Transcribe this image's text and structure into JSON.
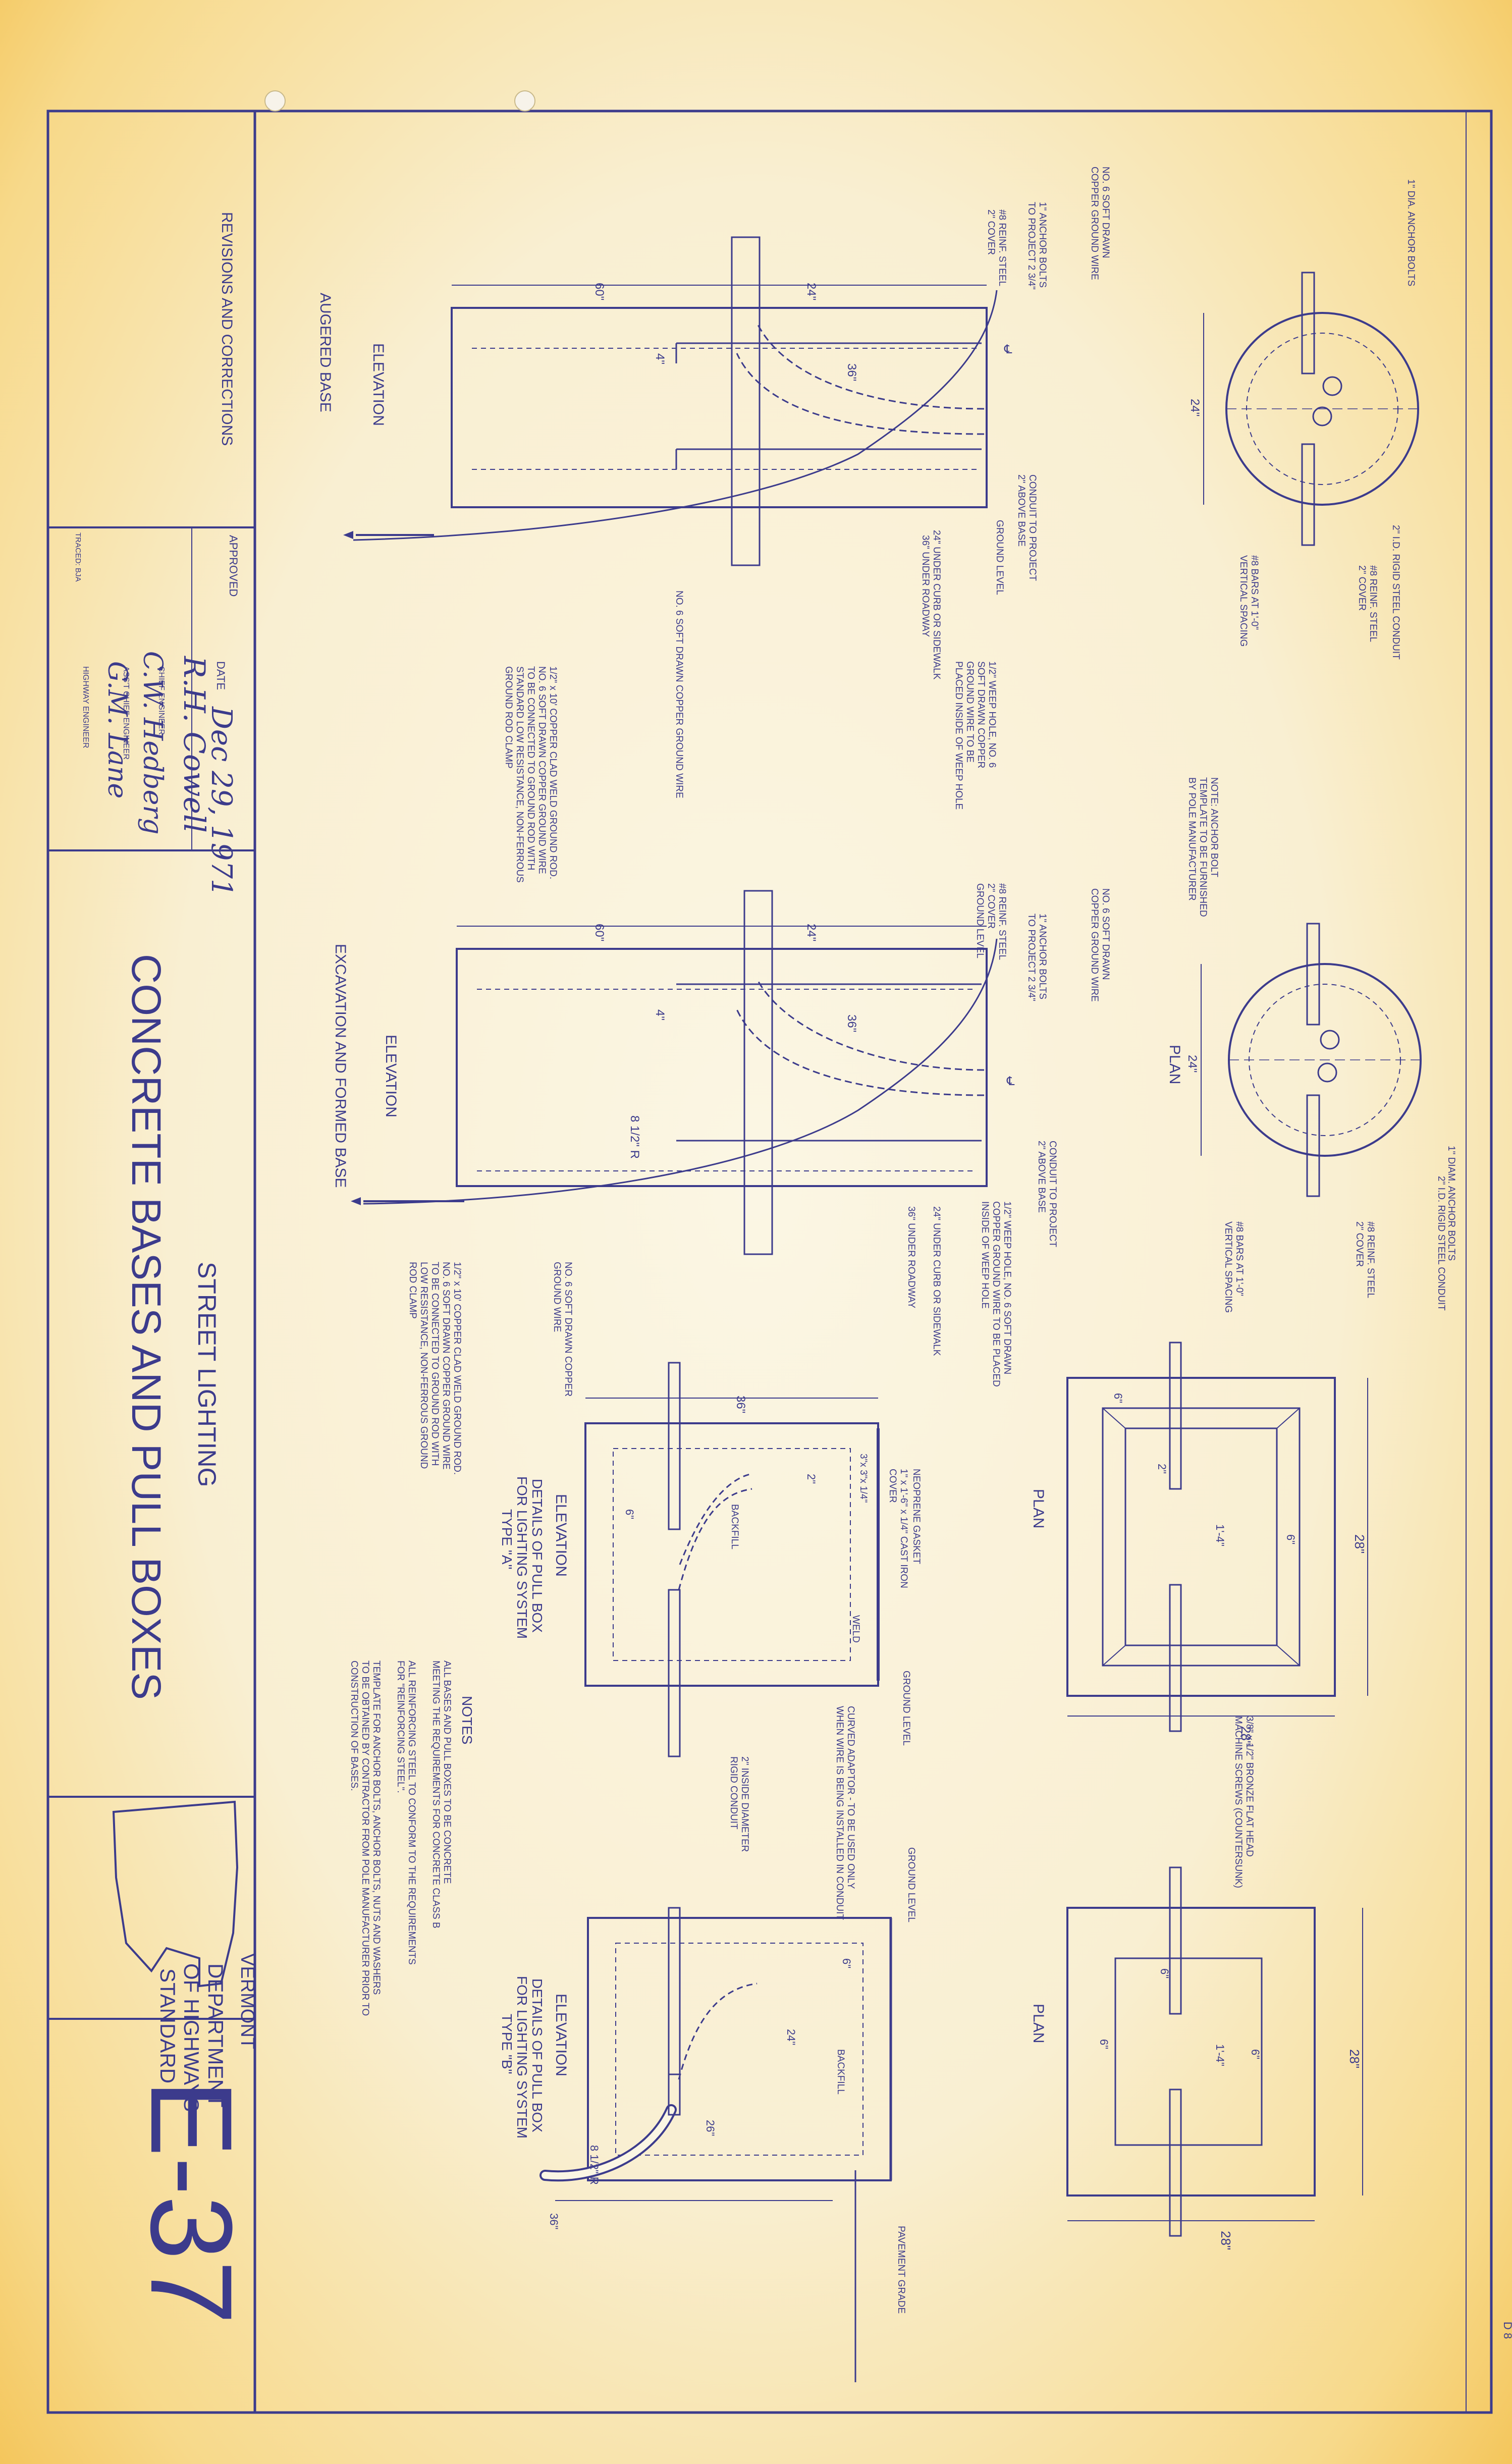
{
  "title_block": {
    "revisions_label": "REVISIONS AND CORRECTIONS",
    "approved_label": "APPROVED",
    "date_label": "DATE",
    "date_value": "Dec 29, 1971",
    "sig1": "R.H. Cowell",
    "role1": "CHIEF ENGINEER",
    "sig2": "C.W. Hedberg",
    "role2": "ASS'T CHIEF ENGINEER",
    "sig3": "G.M. Lane",
    "role3": "HIGHWAY ENGINEER",
    "traced": "TRACED: BJA",
    "subtitle": "STREET LIGHTING",
    "title": "CONCRETE BASES AND PULL BOXES",
    "state": "VERMONT",
    "dept_line1": "DEPARTMENT",
    "dept_line2": "OF HIGHWAYS",
    "dept_line3": "STANDARD",
    "sheet_number": "E-37",
    "corner_mark": "D 8"
  },
  "augered": {
    "label1": "ELEVATION",
    "label2": "AUGERED BASE",
    "callouts": [
      "NO. 6 SOFT DRAWN",
      "COPPER GROUND WIRE",
      "1\" ANCHOR BOLTS",
      "TO PROJECT 2 3/4\"",
      "#8 REINF. STEEL",
      "2\" COVER",
      "CONDUIT TO PROJECT",
      "2\" ABOVE BASE",
      "GROUND LEVEL",
      "24\" UNDER CURB OR SIDEWALK",
      "36\" UNDER ROADWAY",
      "1/2\" WEEP HOLE, NO. 6",
      "SOFT DRAWN COPPER",
      "GROUND WIRE TO BE",
      "PLACED INSIDE OF WEEP HOLE",
      "NO. 6 SOFT DRAWN COPPER GROUND WIRE",
      "1/2\" x 10' COPPER CLAD WELD GROUND ROD.",
      "NO. 6 SOFT DRAWN COPPER GROUND WIRE",
      "TO BE CONNECTED TO GROUND ROD WITH",
      "STANDARD LOW RESISTANCE, NON-FERROUS",
      "GROUND ROD CLAMP"
    ],
    "dims": [
      "60\"",
      "24\"",
      "36\"",
      "4\""
    ]
  },
  "formed": {
    "label1": "ELEVATION",
    "label2": "EXCAVATION AND FORMED BASE",
    "callouts": [
      "NO. 6 SOFT DRAWN",
      "COPPER GROUND WIRE",
      "1\" ANCHOR BOLTS",
      "TO PROJECT 2 3/4\"",
      "#8 REINF. STEEL",
      "2\" COVER",
      "GROUND LEVEL",
      "CONDUIT TO PROJECT",
      "2\" ABOVE BASE",
      "24\" UNDER CURB OR SIDEWALK",
      "36\" UNDER ROADWAY",
      "1/2\" WEEP HOLE, NO. 6 SOFT DRAWN",
      "COPPER GROUND WIRE TO BE PLACED",
      "INSIDE OF WEEP HOLE",
      "NO. 6 SOFT DRAWN COPPER",
      "GROUND WIRE",
      "1/2\" x 10' COPPER CLAD WELD GROUND ROD.",
      "NO. 6 SOFT DRAWN COPPER GROUND WIRE",
      "TO BE CONNECTED TO GROUND ROD WITH",
      "LOW RESISTANCE, NON-FERROUS GROUND",
      "ROD CLAMP"
    ],
    "dims": [
      "60\"",
      "24\"",
      "36\"",
      "4\"",
      "8 1/2\" R"
    ]
  },
  "plan_top": {
    "callouts": [
      "1\" DIA. ANCHOR BOLTS",
      "2\" I.D. RIGID STEEL CONDUIT",
      "#8 REINF. STEEL",
      "2\" COVER",
      "#8 BARS AT 1'-0\"",
      "VERTICAL SPACING",
      "NOTE: ANCHOR BOLT",
      "TEMPLATE TO BE FURNISHED",
      "BY POLE MANUFACTURER"
    ],
    "dim": "24\""
  },
  "plan_mid": {
    "label": "PLAN",
    "callouts": [
      "1\" DIAM. ANCHOR BOLTS",
      "2\" I.D. RIGID STEEL CONDUIT",
      "#8 REINF. STEEL",
      "2\" COVER",
      "#8 BARS AT 1'-0\"",
      "VERTICAL SPACING"
    ],
    "dim": "24\""
  },
  "pullbox_a_plan": {
    "label": "PLAN",
    "dims": [
      "28\"",
      "28\"",
      "6\"",
      "6\"",
      "1'-4\"",
      "2\""
    ],
    "callouts": [
      "3/8\" x 1/2\" BRONZE FLAT HEAD",
      "MACHINE SCREWS (COUNTERSUNK)"
    ]
  },
  "pullbox_a_elev": {
    "label": "ELEVATION",
    "details": [
      "DETAILS OF PULL BOX",
      "FOR LIGHTING SYSTEM",
      "TYPE \"A\""
    ],
    "callouts": [
      "NEOPRENE GASKET",
      "1\" x 1'-6\" x 1/4\" CAST IRON",
      "COVER",
      "3\"x 3\"x 1/4\"",
      "WELD",
      "BACKFILL",
      "GROUND LEVEL",
      "CURVED ADAPTOR - TO BE USED ONLY",
      "WHEN WIRE IS BEING INSTALLED IN CONDUIT",
      "2\" INSIDE DIAMETER",
      "RIGID CONDUIT"
    ],
    "dims": [
      "36\"",
      "6\"",
      "2\""
    ]
  },
  "notes": {
    "heading": "NOTES",
    "lines": [
      "ALL BASES AND PULL BOXES TO BE CONCRETE",
      "MEETING THE REQUIREMENTS FOR CONCRETE CLASS B",
      "ALL REINFORCING STEEL TO CONFORM TO THE REQUIREMENTS",
      "FOR \"REINFORCING STEEL\".",
      "TEMPLATE FOR ANCHOR BOLTS, ANCHOR BOLTS, NUTS AND WASHERS",
      "TO BE OBTAINED BY CONTRACTOR FROM POLE MANUFACTURER PRIOR TO",
      "CONSTRUCTION OF BASES."
    ]
  },
  "pullbox_b_plan": {
    "label": "PLAN",
    "dims": [
      "28\"",
      "28\"",
      "6\"",
      "6\"",
      "1'-4\"",
      "6\""
    ]
  },
  "pullbox_b_elev": {
    "label": "ELEVATION",
    "details": [
      "DETAILS OF PULL BOX",
      "FOR LIGHTING SYSTEM",
      "TYPE \"B\""
    ],
    "callouts": [
      "GROUND LEVEL",
      "BACKFILL",
      "PAVEMENT GRADE"
    ],
    "dims": [
      "24\"",
      "26\"",
      "36\"",
      "6\"",
      "8 1/2\" R"
    ]
  }
}
